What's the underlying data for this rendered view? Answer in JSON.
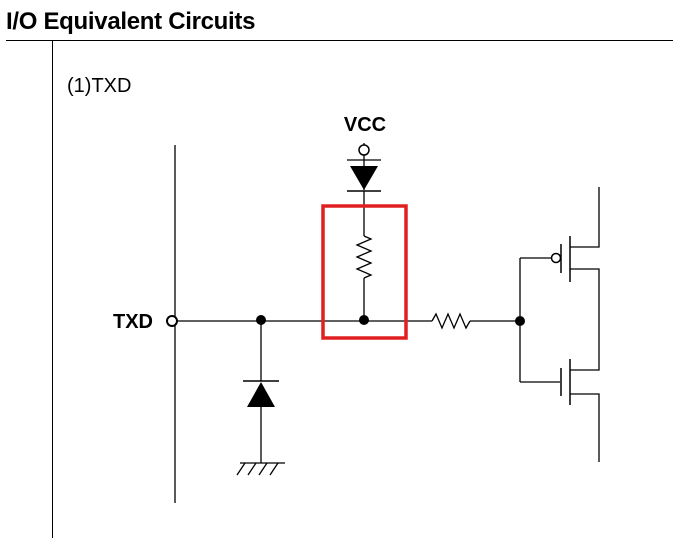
{
  "page": {
    "title": "I/O Equivalent Circuits",
    "subsection": "(1)TXD"
  },
  "diagram": {
    "pin_label": "TXD",
    "supply_label": "VCC",
    "highlight_color": "#e02020"
  }
}
